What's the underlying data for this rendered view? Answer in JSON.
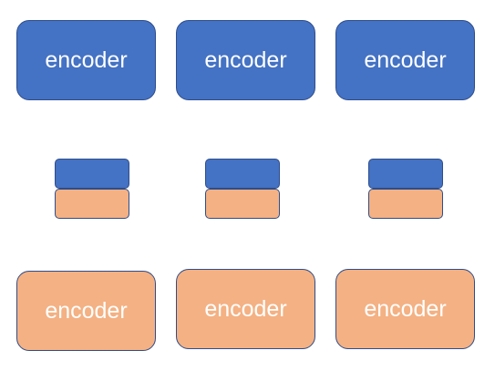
{
  "top_row": {
    "boxes": [
      {
        "label": "encoder"
      },
      {
        "label": "encoder"
      },
      {
        "label": "encoder"
      }
    ]
  },
  "bottom_row": {
    "boxes": [
      {
        "label": "encoder"
      },
      {
        "label": "encoder"
      },
      {
        "label": "encoder"
      }
    ]
  },
  "colors": {
    "blue": "#4472c4",
    "orange": "#f4b183",
    "border": "#2f4d8a",
    "text": "#ffffff"
  }
}
